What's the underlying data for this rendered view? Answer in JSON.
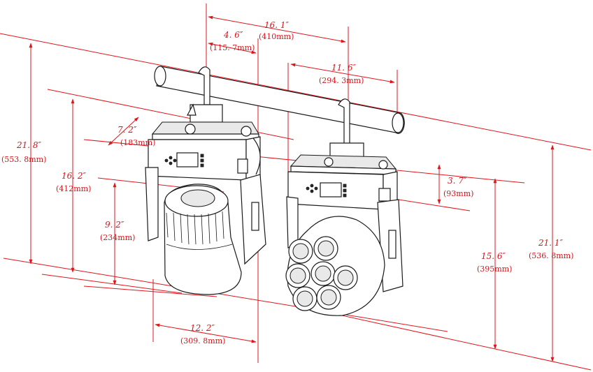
{
  "dimensions": {
    "total_width": {
      "inch": "16. 1″",
      "mm": "(410mm)"
    },
    "pipe_offset": {
      "inch": "4. 6″",
      "mm": "(115. 7mm)"
    },
    "unit_spacing": {
      "inch": "11. 6″",
      "mm": "(294. 3mm)"
    },
    "clamp_depth": {
      "inch": "7. 2″",
      "mm": "(183mm)"
    },
    "height_max": {
      "inch": "21. 8″",
      "mm": "(553. 8mm)"
    },
    "height_body": {
      "inch": "16. 2″",
      "mm": "(412mm)"
    },
    "head_height": {
      "inch": "9. 2″",
      "mm": "(234mm)"
    },
    "base_width": {
      "inch": "12. 2″",
      "mm": "(309. 8mm)"
    },
    "yoke_offset": {
      "inch": "3. 7″",
      "mm": "(93mm)"
    },
    "height_front": {
      "inch": "15. 6″",
      "mm": "(395mm)"
    },
    "height_front_total": {
      "inch": "21. 1″",
      "mm": "(536. 8mm)"
    }
  },
  "colors": {
    "dimension": "#e0151c",
    "outline": "#1a1a1a"
  }
}
